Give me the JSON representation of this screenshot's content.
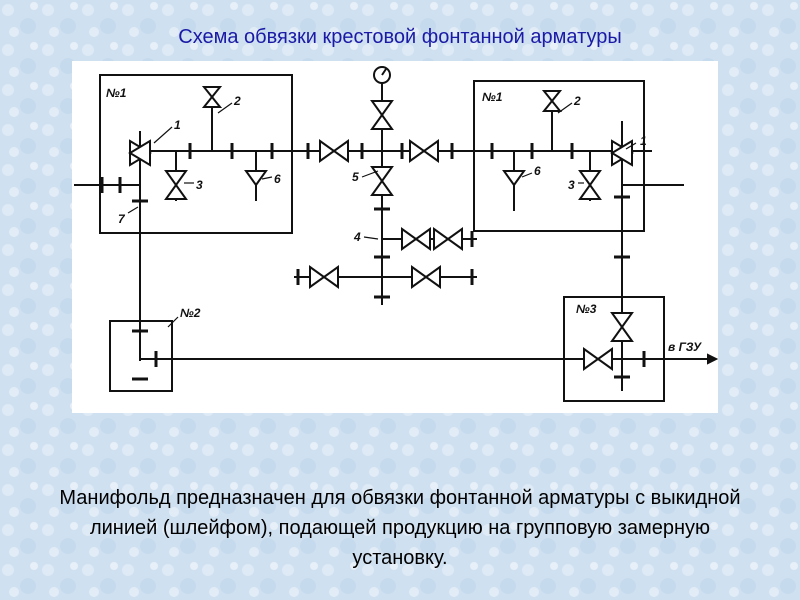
{
  "slide": {
    "title": "Схема обвязки крестовой фонтанной арматуры",
    "caption": "Манифольд предназначен для обвязки фонтанной арматуры с выкидной линией (шлейфом), подающей продукцию на групповую замерную установку."
  },
  "diagram": {
    "labels": {
      "box_left_top": "№1",
      "box_right_top": "№1",
      "box_left_bottom": "№2",
      "box_right_bottom": "№3",
      "n1_left": "1",
      "n2_left": "2",
      "n3_left": "3",
      "n6_left": "6",
      "n7_left": "7",
      "n5_center": "5",
      "n4_center": "4",
      "n1_right": "1",
      "n2_right": "2",
      "n3_right": "3",
      "n6_right": "6",
      "outlet": "в ГЗУ"
    }
  },
  "colors": {
    "title": "#1a1aa6",
    "background": "#cfe0f0",
    "panel": "#ffffff",
    "line": "#111111"
  }
}
